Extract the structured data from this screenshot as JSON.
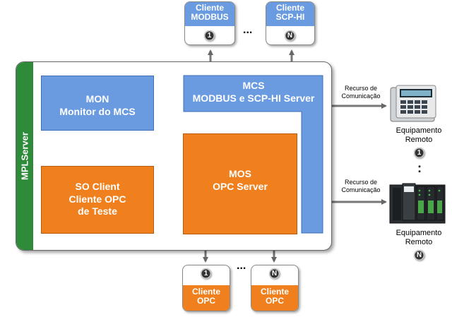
{
  "main_box": {
    "side_label": "MPLServer"
  },
  "mon": {
    "line1": "MON",
    "line2": "Monitor do MCS"
  },
  "mcs": {
    "line1": "MCS",
    "line2": "MODBUS e SCP-HI Server"
  },
  "so_client": {
    "line1": "SO Client",
    "line2": "Cliente OPC",
    "line3": "de Teste"
  },
  "mos": {
    "line1": "MOS",
    "line2": "OPC Server"
  },
  "top_clients": [
    {
      "line1": "Cliente",
      "line2": "MODBUS",
      "badge": "1"
    },
    {
      "line1": "Cliente",
      "line2": "SCP-HI",
      "badge": "N"
    }
  ],
  "top_dots": "...",
  "bottom_clients": [
    {
      "line1": "Cliente",
      "line2": "OPC",
      "badge": "1"
    },
    {
      "line1": "Cliente",
      "line2": "OPC",
      "badge": "N"
    }
  ],
  "bottom_dots": "...",
  "remote": [
    {
      "resource_line1": "Recurso de",
      "resource_line2": "Comunicação",
      "equip_line1": "Equipamento",
      "equip_line2": "Remoto",
      "badge": "1"
    },
    {
      "resource_line1": "Recurso de",
      "resource_line2": "Comunicação",
      "equip_line1": "Equipamento",
      "equip_line2": "Remoto",
      "badge": "N"
    }
  ],
  "remote_dots": ":",
  "colors": {
    "blue": "#6a9be0",
    "orange": "#f07f1d",
    "green": "#2e8b3a",
    "arrow_up": "#f2c21b",
    "arrow_down": "#1f4fd0"
  }
}
